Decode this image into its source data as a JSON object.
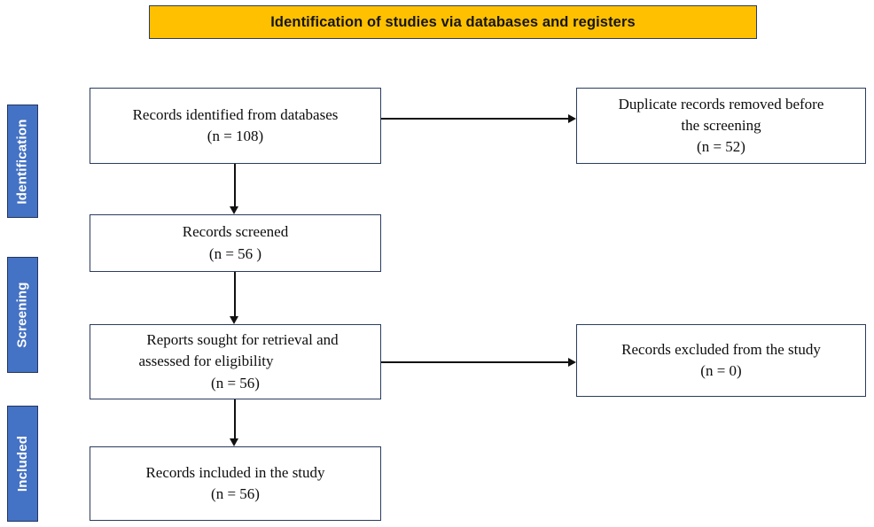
{
  "banner": {
    "text": "Identification of studies via databases and registers",
    "background_color": "#FFC000",
    "border_color": "#2a3c5e",
    "text_color": "#161616"
  },
  "stages": [
    {
      "id": "identification",
      "label": "Identification",
      "color": "#4472C4"
    },
    {
      "id": "screening",
      "label": "Screening",
      "color": "#4472C4"
    },
    {
      "id": "included",
      "label": "Included",
      "color": "#4472C4"
    }
  ],
  "nodes": {
    "identified": {
      "line1": "Records identified from databases",
      "line2": "(n = 108)"
    },
    "duplicates": {
      "line1": "Duplicate records removed before",
      "line2": "the screening",
      "line3": "(n = 52)"
    },
    "screened": {
      "line1": "Records screened",
      "line2": "(n = 56 )"
    },
    "sought": {
      "line1": "Reports sought for retrieval and",
      "line2": "assessed for eligibility",
      "line3": "(n = 56)"
    },
    "excluded": {
      "line1": "Records excluded from the study",
      "line2": "(n = 0)"
    },
    "included": {
      "line1": "Records included in the study",
      "line2": "(n = 56)"
    }
  },
  "connectors": {
    "arrow_color": "#111111",
    "identified_to_screened": "vertical-arrow-down",
    "screened_to_sought": "vertical-arrow-down",
    "sought_to_included": "vertical-arrow-down",
    "identified_to_duplicates": "horizontal-arrow-right",
    "sought_to_excluded": "horizontal-arrow-right"
  },
  "chart_data": {
    "type": "diagram",
    "title": "Identification of studies via databases and registers",
    "diagram_kind": "PRISMA flow diagram",
    "stages": [
      "Identification",
      "Screening",
      "Included"
    ],
    "counts": {
      "records_identified_from_databases": 108,
      "duplicate_records_removed_before_screening": 52,
      "records_screened": 56,
      "reports_sought_for_retrieval_and_assessed_for_eligibility": 56,
      "records_excluded_from_the_study": 0,
      "records_included_in_the_study": 56
    },
    "edges": [
      [
        "records_identified_from_databases",
        "duplicate_records_removed_before_screening"
      ],
      [
        "records_identified_from_databases",
        "records_screened"
      ],
      [
        "records_screened",
        "reports_sought_for_retrieval_and_assessed_for_eligibility"
      ],
      [
        "reports_sought_for_retrieval_and_assessed_for_eligibility",
        "records_excluded_from_the_study"
      ],
      [
        "reports_sought_for_retrieval_and_assessed_for_eligibility",
        "records_included_in_the_study"
      ]
    ]
  }
}
